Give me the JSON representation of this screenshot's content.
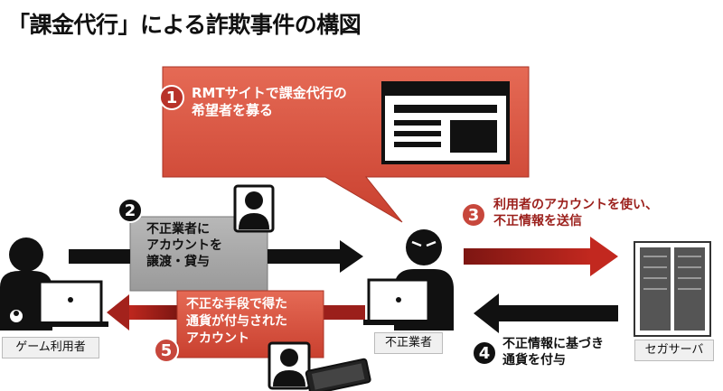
{
  "title": "「課金代行」による詐欺事件の構図",
  "steps": {
    "s1": {
      "num": "1",
      "line1": "RMTサイトで課金代行の",
      "line2": "希望者を募る"
    },
    "s2": {
      "num": "2",
      "line1": "不正業者に",
      "line2": "アカウントを",
      "line3": "譲渡・貸与"
    },
    "s3": {
      "num": "3",
      "line1": "利用者のアカウントを使い、",
      "line2": "不正情報を送信"
    },
    "s4": {
      "num": "4",
      "line1": "不正情報に基づき",
      "line2": "通貨を付与"
    },
    "s5": {
      "num": "5",
      "line1": "不正な手段で得た",
      "line2": "通貨が付与された",
      "line3": "アカウント"
    }
  },
  "actors": {
    "user": "ゲーム利用者",
    "fraudster": "不正業者",
    "server": "セガサーバ"
  },
  "colors": {
    "red_bubble": "#d9503f",
    "dark_red_arrow": "#9b1f1b",
    "black": "#111111",
    "gray_box": "#a9a9a9"
  }
}
